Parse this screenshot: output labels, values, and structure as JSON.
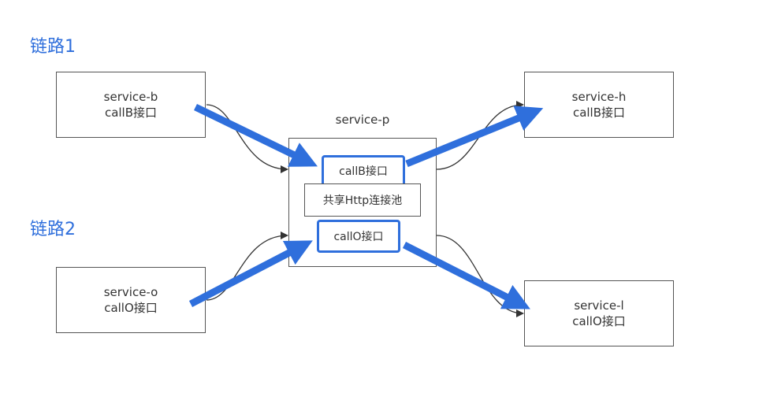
{
  "chains": {
    "chain1": "链路1",
    "chain2": "链路2"
  },
  "services": {
    "b": {
      "name": "service-b",
      "api": "callB接口"
    },
    "o": {
      "name": "service-o",
      "api": "callO接口"
    },
    "h": {
      "name": "service-h",
      "api": "callB接口"
    },
    "l": {
      "name": "service-l",
      "api": "callO接口"
    },
    "p": {
      "name": "service-p",
      "callB": "callB接口",
      "pool": "共享Http连接池",
      "callO": "callO接口"
    }
  },
  "colors": {
    "arrow_blue": "#2f6fdc",
    "border": "#555555",
    "connector": "#333333"
  }
}
